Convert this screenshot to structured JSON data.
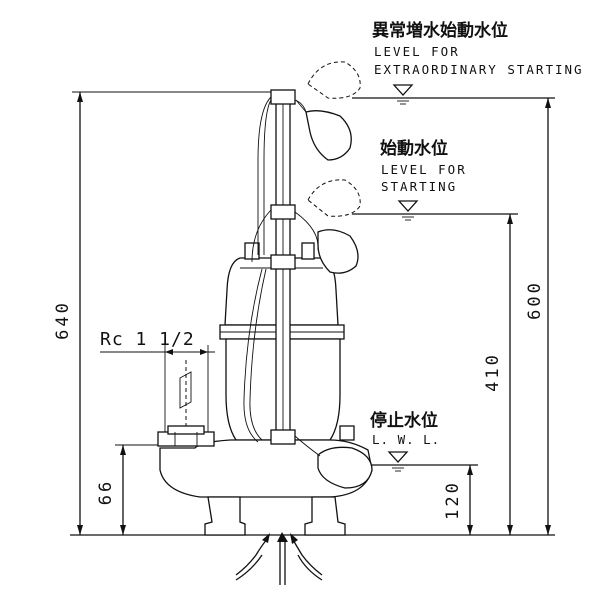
{
  "labels": {
    "extraordinary_jp": "異常増水始動水位",
    "extraordinary_en_line1": "LEVEL FOR",
    "extraordinary_en_line2": "EXTRAORDINARY STARTING",
    "starting_jp": "始動水位",
    "starting_en_line1": "LEVEL FOR",
    "starting_en_line2": "STARTING",
    "stop_jp": "停止水位",
    "stop_en": "L. W. L.",
    "pipe_size": "Rc 1 1/2"
  },
  "dimensions": {
    "total_height": "640",
    "start_extra": "600",
    "start_level": "410",
    "outlet_height": "66",
    "stop_level": "120"
  }
}
